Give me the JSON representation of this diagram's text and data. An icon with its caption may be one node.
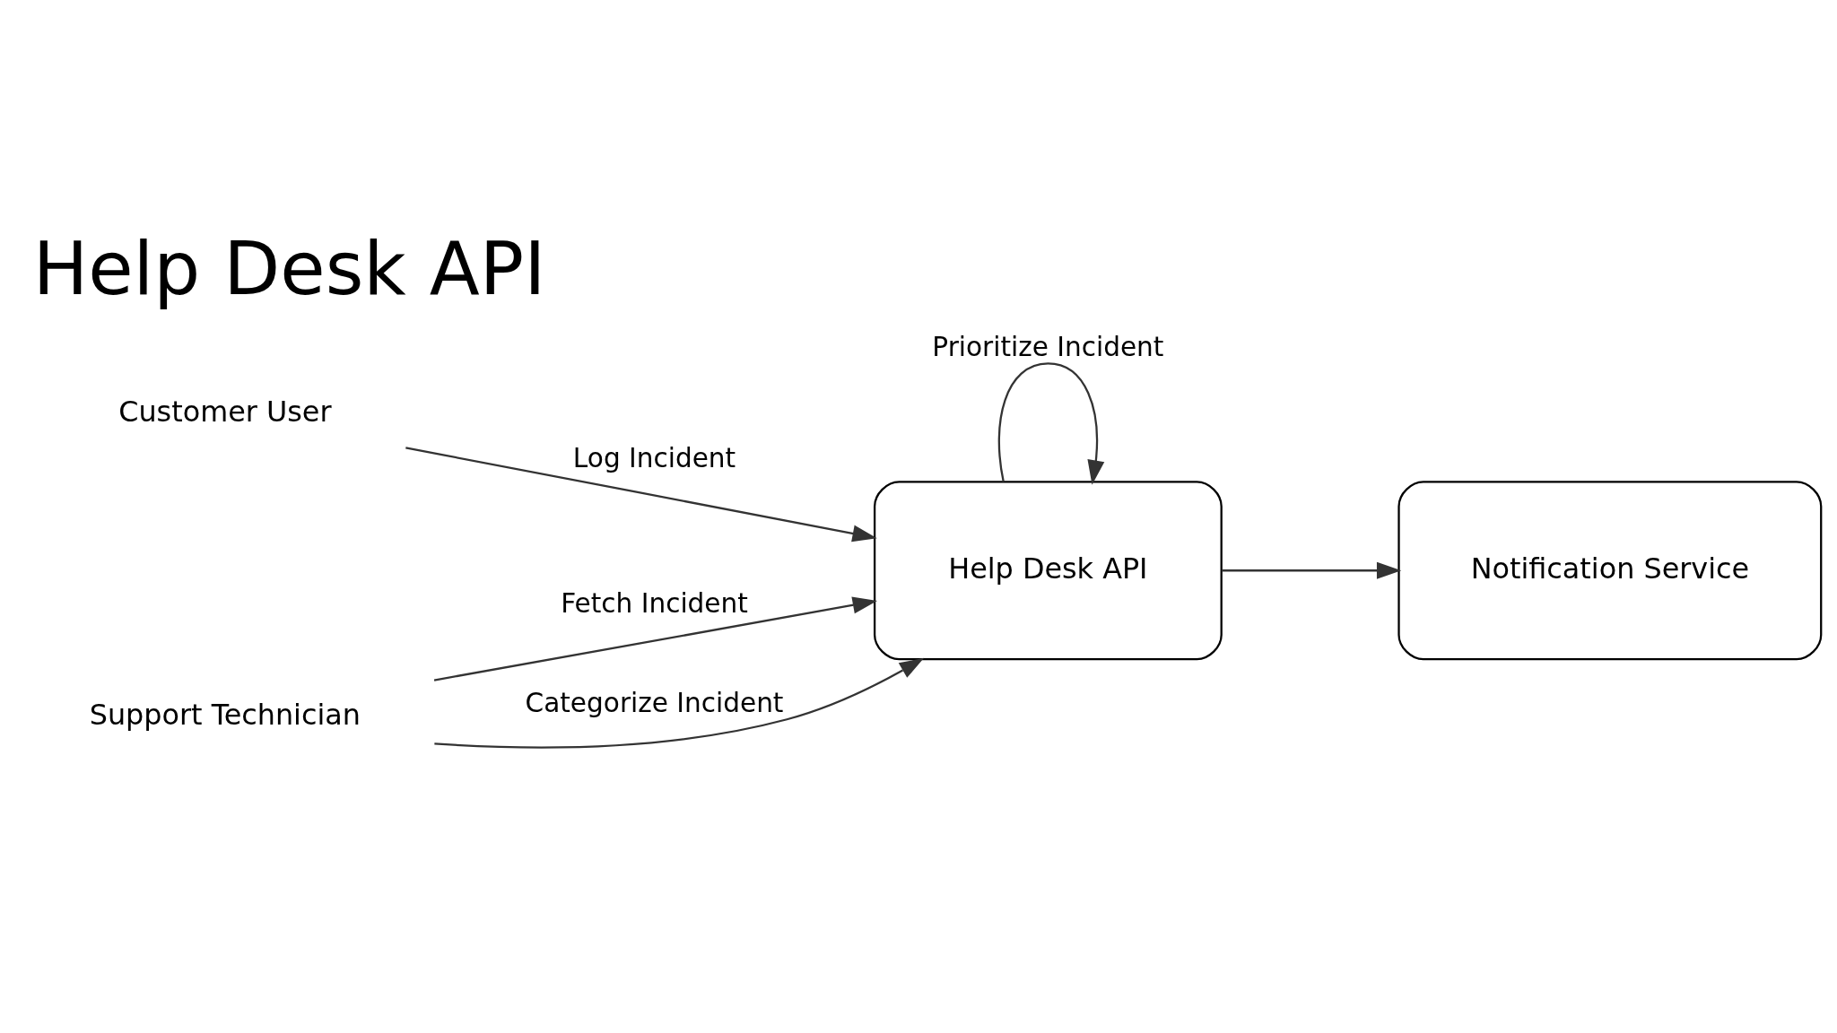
{
  "diagram": {
    "title": "Help Desk API",
    "nodes": [
      {
        "text": [
          "Customer User"
        ]
      },
      {
        "text": [
          "Support Technician"
        ]
      },
      {
        "text": [
          "Help Desk API"
        ]
      },
      {
        "text": [
          "Notification Service"
        ]
      }
    ],
    "edges": [
      {
        "from": 0,
        "to": 2,
        "arrow": "to",
        "label": "Log Incident"
      },
      {
        "from": 1,
        "to": 2,
        "arrow": "to",
        "label": "Fetch Incident"
      },
      {
        "from": 1,
        "to": 2,
        "arrow": "to",
        "label": "Categorize Incident"
      },
      {
        "from": 2,
        "to": 2,
        "arrow": "to",
        "label": "Prioritize Incident"
      },
      {
        "from": 2,
        "to": 3,
        "arrow": "to"
      }
    ]
  }
}
